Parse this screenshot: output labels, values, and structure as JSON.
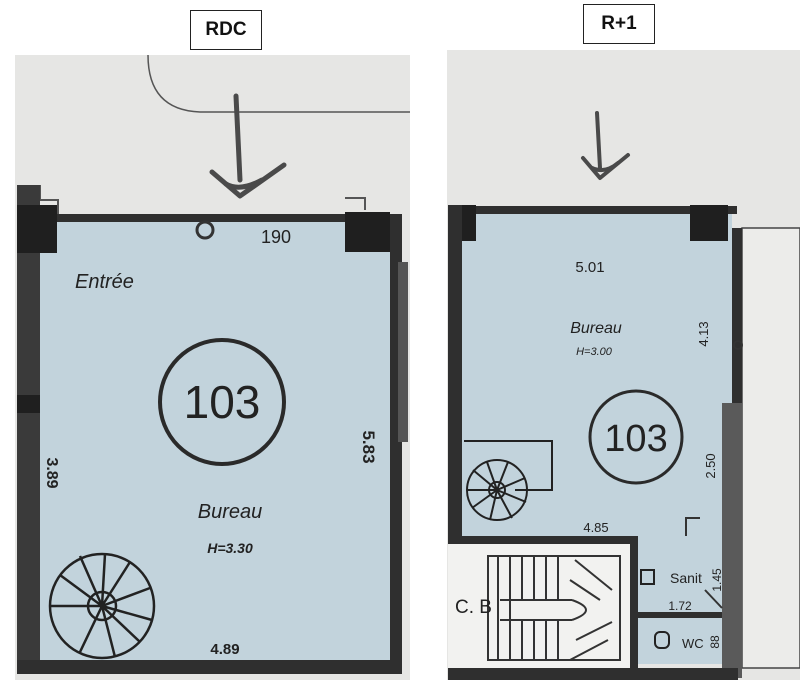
{
  "plans": [
    {
      "title": "RDC",
      "room_number": "103",
      "room_name": "Bureau",
      "height": "H=3.30",
      "entrance_label": "Entrée",
      "dim_top": "190",
      "dim_left": "3.89",
      "dim_right": "5.83",
      "dim_bottom": "4.89"
    },
    {
      "title": "R+1",
      "room_number": "103",
      "room_name": "Bureau",
      "height": "H=3.00",
      "dim_top": "5.01",
      "dim_right_upper": "4.13",
      "dim_right_lower": "2.50",
      "dim_bottom": "4.85",
      "stair_label": "C. B",
      "sanit_label": "Sanit",
      "wc_label": "WC",
      "dim_sanit_width": "1.72",
      "dim_sanit_height": "1.45",
      "dim_wc": "88"
    }
  ],
  "colors": {
    "room_fill": "#c2d3dc",
    "wall": "#2f2f2f",
    "paper": "#e6e6e4"
  }
}
